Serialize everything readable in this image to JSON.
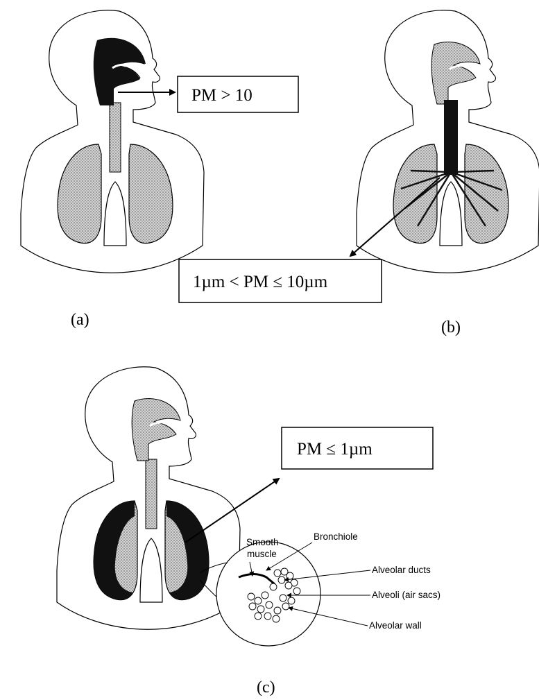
{
  "panels": [
    {
      "id": "a",
      "caption": "(a)",
      "label": "PM > 10"
    },
    {
      "id": "b",
      "caption": "(b)",
      "label": "1µm < PM ≤ 10µm"
    },
    {
      "id": "c",
      "caption": "(c)",
      "label": "PM ≤ 1µm"
    }
  ],
  "inset": {
    "smooth_muscle_line1": "Smooth",
    "smooth_muscle_line2": "muscle",
    "bronchiole": "Bronchiole",
    "alveolar_ducts": "Alveolar ducts",
    "alveoli": "Alveoli (air sacs)",
    "alveolar_wall": "Alveolar wall"
  },
  "colors": {
    "deposit": "#111111",
    "tissue": "#bdbdbd",
    "outline": "#000000"
  }
}
